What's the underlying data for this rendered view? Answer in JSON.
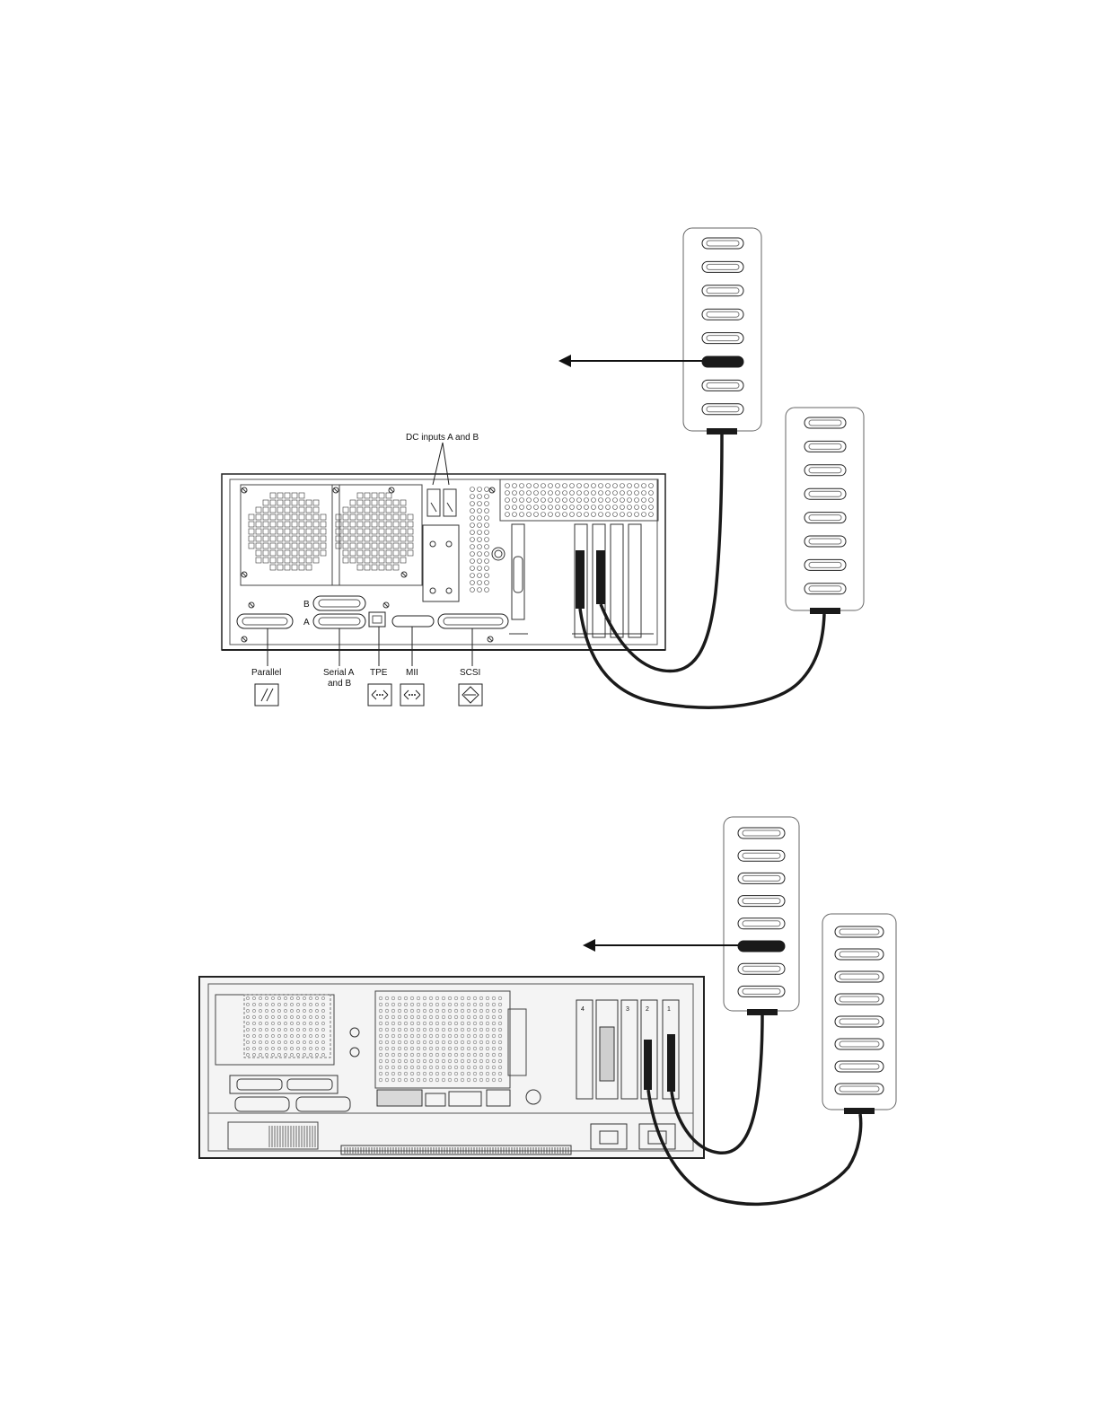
{
  "labels": {
    "dc_inputs": "DC inputs A and B",
    "port_b": "B",
    "port_a": "A",
    "parallel": "Parallel",
    "serial_line1": "Serial A",
    "serial_line2": "and B",
    "tpe": "TPE",
    "mii": "MII",
    "scsi": "SCSI",
    "slot_1": "1",
    "slot_2": "2",
    "slot_3": "3",
    "slot_4": "4"
  },
  "colors": {
    "line": "#222222",
    "cable": "#1a1a1a",
    "panel_stroke": "#555555",
    "panel_fill": "#ffffff",
    "chassis_fill": "#f4f4f4"
  },
  "icons": [
    "parallel-port-icon",
    "tpe-port-icon",
    "mii-port-icon",
    "scsi-port-icon",
    "arrow-left-icon"
  ]
}
